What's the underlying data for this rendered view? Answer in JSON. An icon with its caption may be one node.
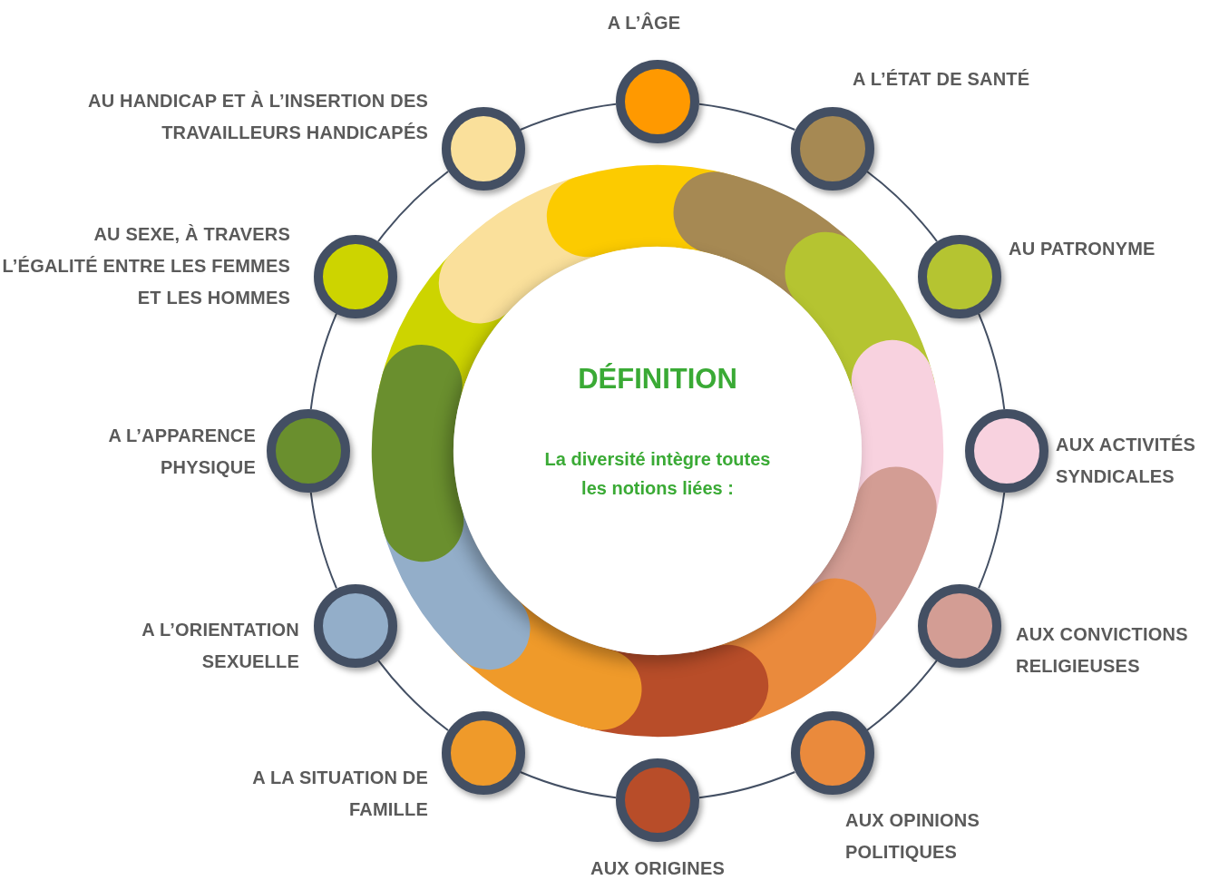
{
  "diagram": {
    "nodes": [
      {
        "text": [
          "DÉFINITION",
          "La diversité intègre toutes les notions liées :"
        ]
      },
      {
        "text": [],
        "shape": "circle",
        "beside": [
          "A L’ÂGE"
        ]
      },
      {
        "text": [],
        "shape": "circle",
        "beside": [
          "A L’ÉTAT DE SANTÉ"
        ]
      },
      {
        "text": [],
        "shape": "circle",
        "beside": [
          "AU PATRONYME"
        ]
      },
      {
        "text": [],
        "shape": "circle",
        "beside": [
          "AUX ACTIVITÉS SYNDICALES"
        ]
      },
      {
        "text": [],
        "shape": "circle",
        "beside": [
          "AUX CONVICTIONS RELIGIEUSES"
        ]
      },
      {
        "text": [],
        "shape": "circle",
        "beside": [
          "AUX OPINIONS POLITIQUES"
        ]
      },
      {
        "text": [],
        "shape": "circle",
        "beside": [
          "AUX ORIGINES"
        ]
      },
      {
        "text": [],
        "shape": "circle",
        "beside": [
          "A LA SITUATION DE FAMILLE"
        ]
      },
      {
        "text": [],
        "shape": "circle",
        "beside": [
          "A L’ORIENTATION SEXUELLE"
        ]
      },
      {
        "text": [],
        "shape": "circle",
        "beside": [
          "A L’APPARENCE PHYSIQUE"
        ]
      },
      {
        "text": [],
        "shape": "circle",
        "beside": [
          "AU SEXE, À TRAVERS L’ÉGALITÉ ENTRE LES FEMMES ET LES HOMMES"
        ]
      },
      {
        "text": [],
        "shape": "circle",
        "beside": [
          "AU HANDICAP ET À L’INSERTION DES TRAVAILLEURS HANDICAPÉS"
        ]
      }
    ],
    "edges": [
      {
        "from": 1,
        "to": 2,
        "arrow": "none"
      },
      {
        "from": 2,
        "to": 3,
        "arrow": "none"
      },
      {
        "from": 3,
        "to": 4,
        "arrow": "none"
      },
      {
        "from": 4,
        "to": 5,
        "arrow": "none"
      },
      {
        "from": 5,
        "to": 6,
        "arrow": "none"
      },
      {
        "from": 6,
        "to": 7,
        "arrow": "none"
      },
      {
        "from": 7,
        "to": 8,
        "arrow": "none"
      },
      {
        "from": 8,
        "to": 9,
        "arrow": "none"
      },
      {
        "from": 9,
        "to": 10,
        "arrow": "none"
      },
      {
        "from": 10,
        "to": 11,
        "arrow": "none"
      },
      {
        "from": 11,
        "to": 12,
        "arrow": "none"
      },
      {
        "from": 12,
        "to": 1,
        "arrow": "none"
      }
    ]
  }
}
